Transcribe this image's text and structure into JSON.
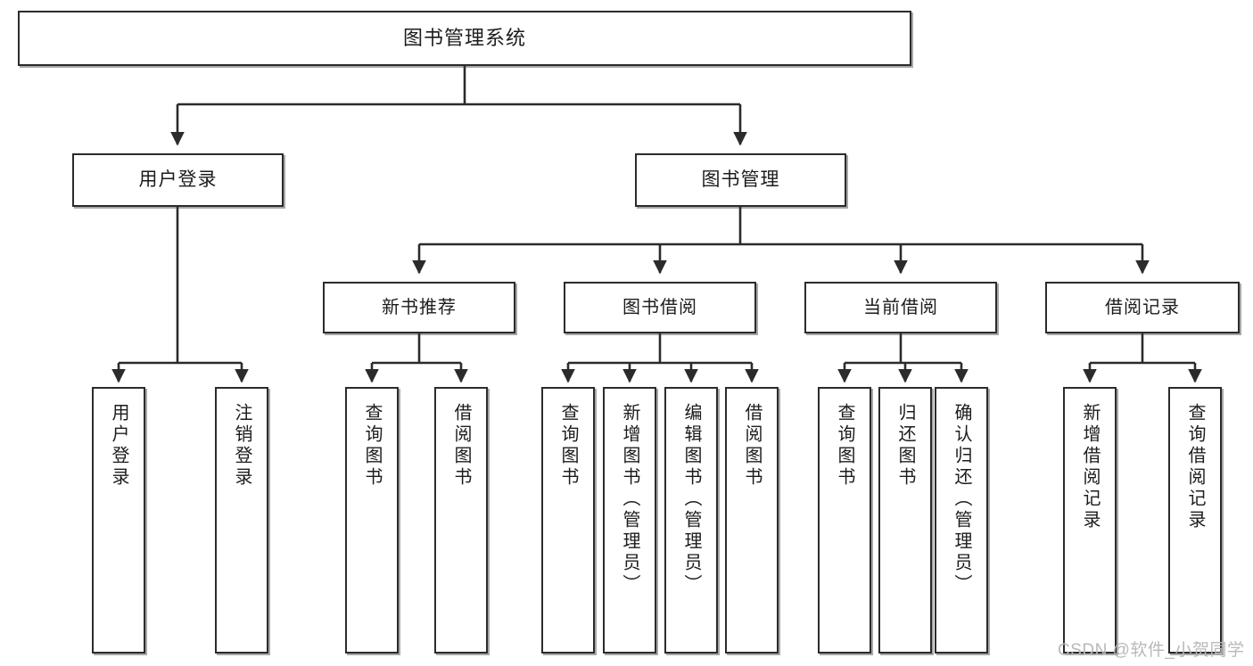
{
  "diagram": {
    "type": "tree",
    "title": "图书管理系统",
    "watermark": "CSDN @软件_小贺同学",
    "colors": {
      "box_border": "#2b2b2b",
      "box_fill": "#ffffff",
      "edge": "#2b2b2b",
      "text": "#1c1c1c",
      "watermark": "#b9b9b9"
    },
    "nodes": {
      "root": {
        "label": "图书管理系统"
      },
      "level2": [
        {
          "label": "用户登录"
        },
        {
          "label": "图书管理"
        }
      ],
      "level3": [
        {
          "label": "新书推荐"
        },
        {
          "label": "图书借阅"
        },
        {
          "label": "当前借阅"
        },
        {
          "label": "借阅记录"
        }
      ],
      "leaves": {
        "user_login": [
          {
            "label": "用户登录"
          },
          {
            "label": "注销登录"
          }
        ],
        "new_book": [
          {
            "label": "查询图书"
          },
          {
            "label": "借阅图书"
          }
        ],
        "book_borrow": [
          {
            "label": "查询图书"
          },
          {
            "label": "新增图书（管理员）"
          },
          {
            "label": "编辑图书（管理员）"
          },
          {
            "label": "借阅图书"
          }
        ],
        "current_borrow": [
          {
            "label": "查询图书"
          },
          {
            "label": "归还图书"
          },
          {
            "label": "确认归还（管理员）"
          }
        ],
        "borrow_record": [
          {
            "label": "新增借阅记录"
          },
          {
            "label": "查询借阅记录"
          }
        ]
      }
    }
  }
}
